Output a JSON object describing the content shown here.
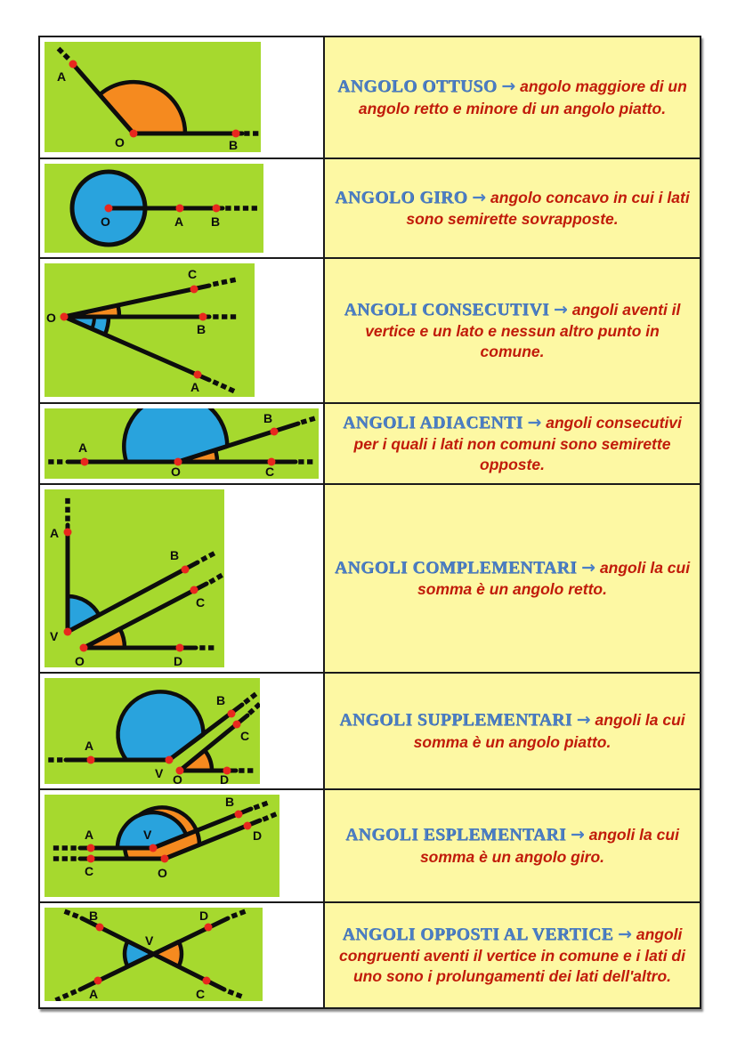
{
  "palette": {
    "diagram_bg": "#a6d92e",
    "text_bg": "#fdf8a3",
    "term_blue": "#4b7ec5",
    "body_red": "#c11b0a",
    "shape_blue": "#29a3dd",
    "shape_orange": "#f58a1f",
    "point_red": "#e8281e",
    "line_black": "#0d0d0d"
  },
  "rows": [
    {
      "heading": "ANGOLO OTTUSO",
      "arrow": "→",
      "body": "angolo maggiore di un angolo retto e minore di un angolo piatto.",
      "points": [
        "A",
        "O",
        "B"
      ]
    },
    {
      "heading": "ANGOLO GIRO",
      "arrow": "→",
      "body": "angolo concavo in cui i lati sono semirette sovrapposte.",
      "points": [
        "O",
        "A",
        "B"
      ]
    },
    {
      "heading": "ANGOLI CONSECUTIVI",
      "arrow": "→",
      "body": "angoli aventi il vertice e un lato e nessun altro punto in comune.",
      "points": [
        "O",
        "C",
        "B",
        "A"
      ]
    },
    {
      "heading": "ANGOLI ADIACENTI",
      "arrow": "→",
      "body": "angoli consecutivi per i quali i lati non comuni sono semirette opposte.",
      "points": [
        "A",
        "O",
        "C",
        "B"
      ]
    },
    {
      "heading": "ANGOLI COMPLEMENTARI",
      "arrow": "→",
      "body": "angoli la cui somma è un angolo retto.",
      "points": [
        "A",
        "V",
        "B",
        "C",
        "O",
        "D"
      ]
    },
    {
      "heading": "ANGOLI SUPPLEMENTARI",
      "arrow": "→",
      "body": "angoli la cui somma è un angolo piatto.",
      "points": [
        "A",
        "V",
        "B",
        "O",
        "C",
        "D"
      ]
    },
    {
      "heading": "ANGOLI ESPLEMENTARI",
      "arrow": "→",
      "body": "angoli la cui somma è un angolo giro.",
      "points": [
        "A",
        "C",
        "V",
        "O",
        "B",
        "D"
      ]
    },
    {
      "heading": "ANGOLI OPPOSTI AL VERTICE",
      "arrow": "→",
      "body": "angoli congruenti aventi il vertice in comune e i lati di uno sono i prolungamenti dei lati dell'altro.",
      "points": [
        "B",
        "A",
        "V",
        "D",
        "C"
      ]
    }
  ]
}
